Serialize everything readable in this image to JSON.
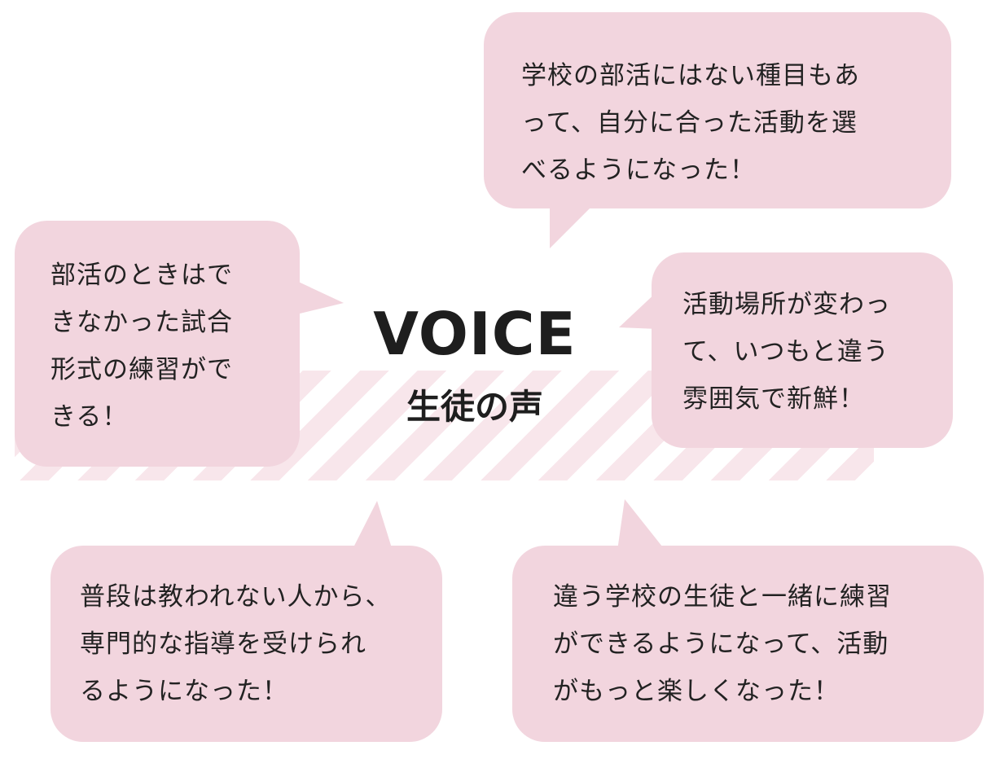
{
  "heading": {
    "title": "VOICE",
    "subtitle": "生徒の声"
  },
  "colors": {
    "bubble": "#f2d5de",
    "stripe": "#f8e6eb"
  },
  "voices": [
    {
      "lines": "学校の部活にはない種目もあ\nって、自分に合った活動を選\nべるようになった！"
    },
    {
      "lines": "部活のときはで\nきなかった試合\n形式の練習がで\nきる！"
    },
    {
      "lines": "活動場所が変わっ\nて、いつもと違う\n雰囲気で新鮮！"
    },
    {
      "lines": "普段は教われない人から、\n専門的な指導を受けられ\nるようになった！"
    },
    {
      "lines": "違う学校の生徒と一緒に練習\nができるようになって、活動\nがもっと楽しくなった！"
    }
  ]
}
